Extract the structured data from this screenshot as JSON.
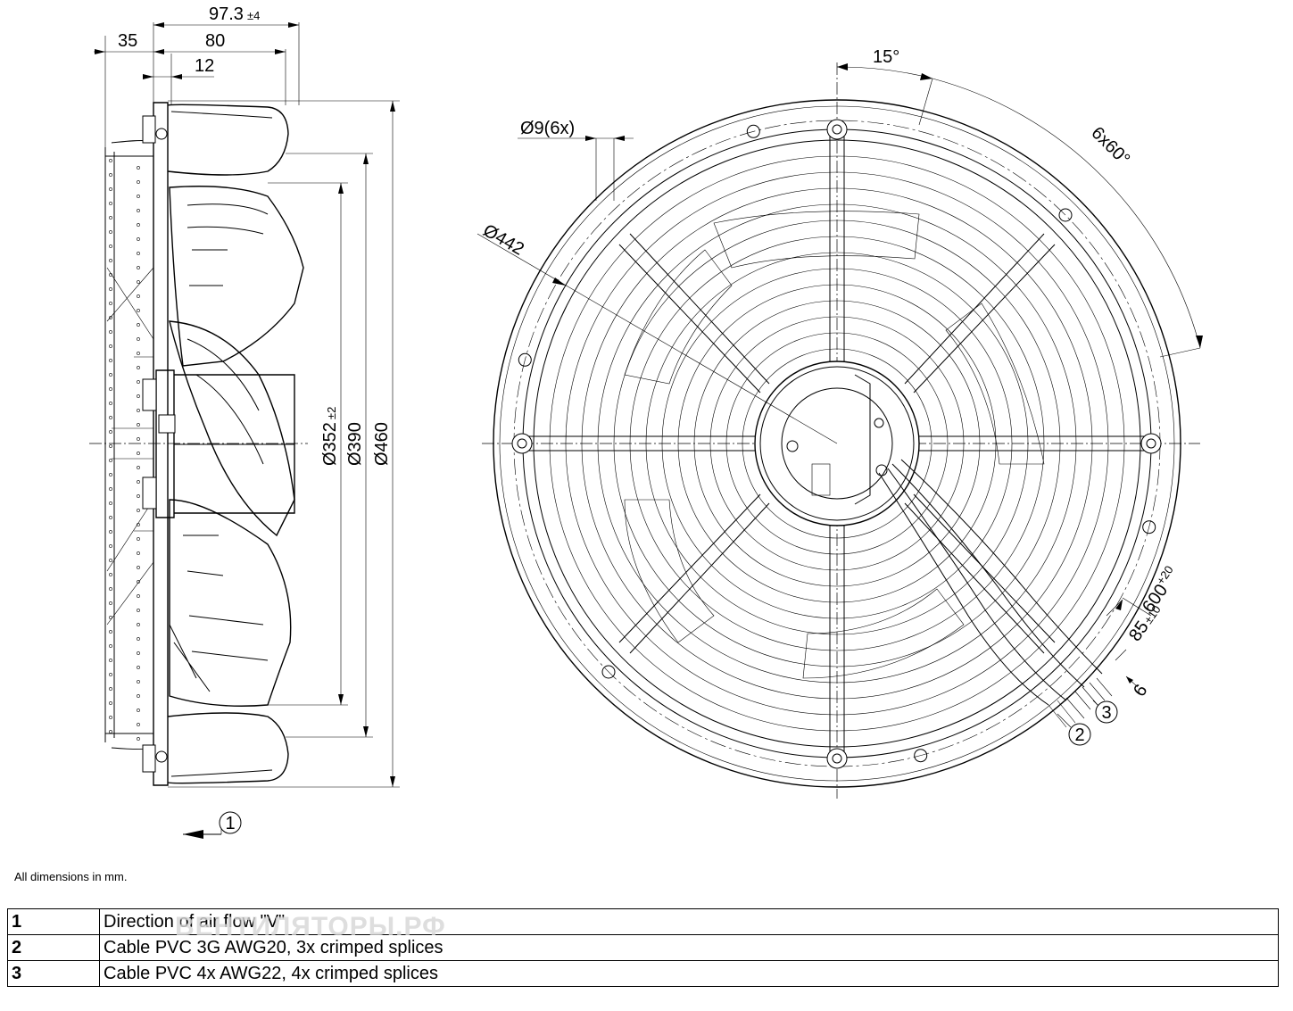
{
  "side_view": {
    "dims": {
      "d97": "97.3",
      "d97_tol": "±4",
      "d35": "35",
      "d80": "80",
      "d12": "12",
      "d352": "Ø352",
      "d352_tol": "±2",
      "d390": "Ø390",
      "d460": "Ø460"
    },
    "callout_1": "1"
  },
  "front_view": {
    "dims": {
      "angle15": "15°",
      "holes": "Ø9(6x)",
      "pitch": "6x60°",
      "d442": "Ø442",
      "len600": "600",
      "len600_tol": "+20",
      "len85": "85",
      "len85_tol": "±10",
      "len6": "6"
    },
    "callout_2": "2",
    "callout_3": "3"
  },
  "note": "All dimensions in mm.",
  "legend": [
    {
      "num": "1",
      "text": "Direction of air flow \"V\""
    },
    {
      "num": "2",
      "text": "Cable PVC 3G AWG20, 3x crimped splices"
    },
    {
      "num": "3",
      "text": "Cable PVC 4x AWG22, 4x crimped splices"
    }
  ],
  "watermark": "ВЕНТИЛЯТОРЫ.РФ"
}
